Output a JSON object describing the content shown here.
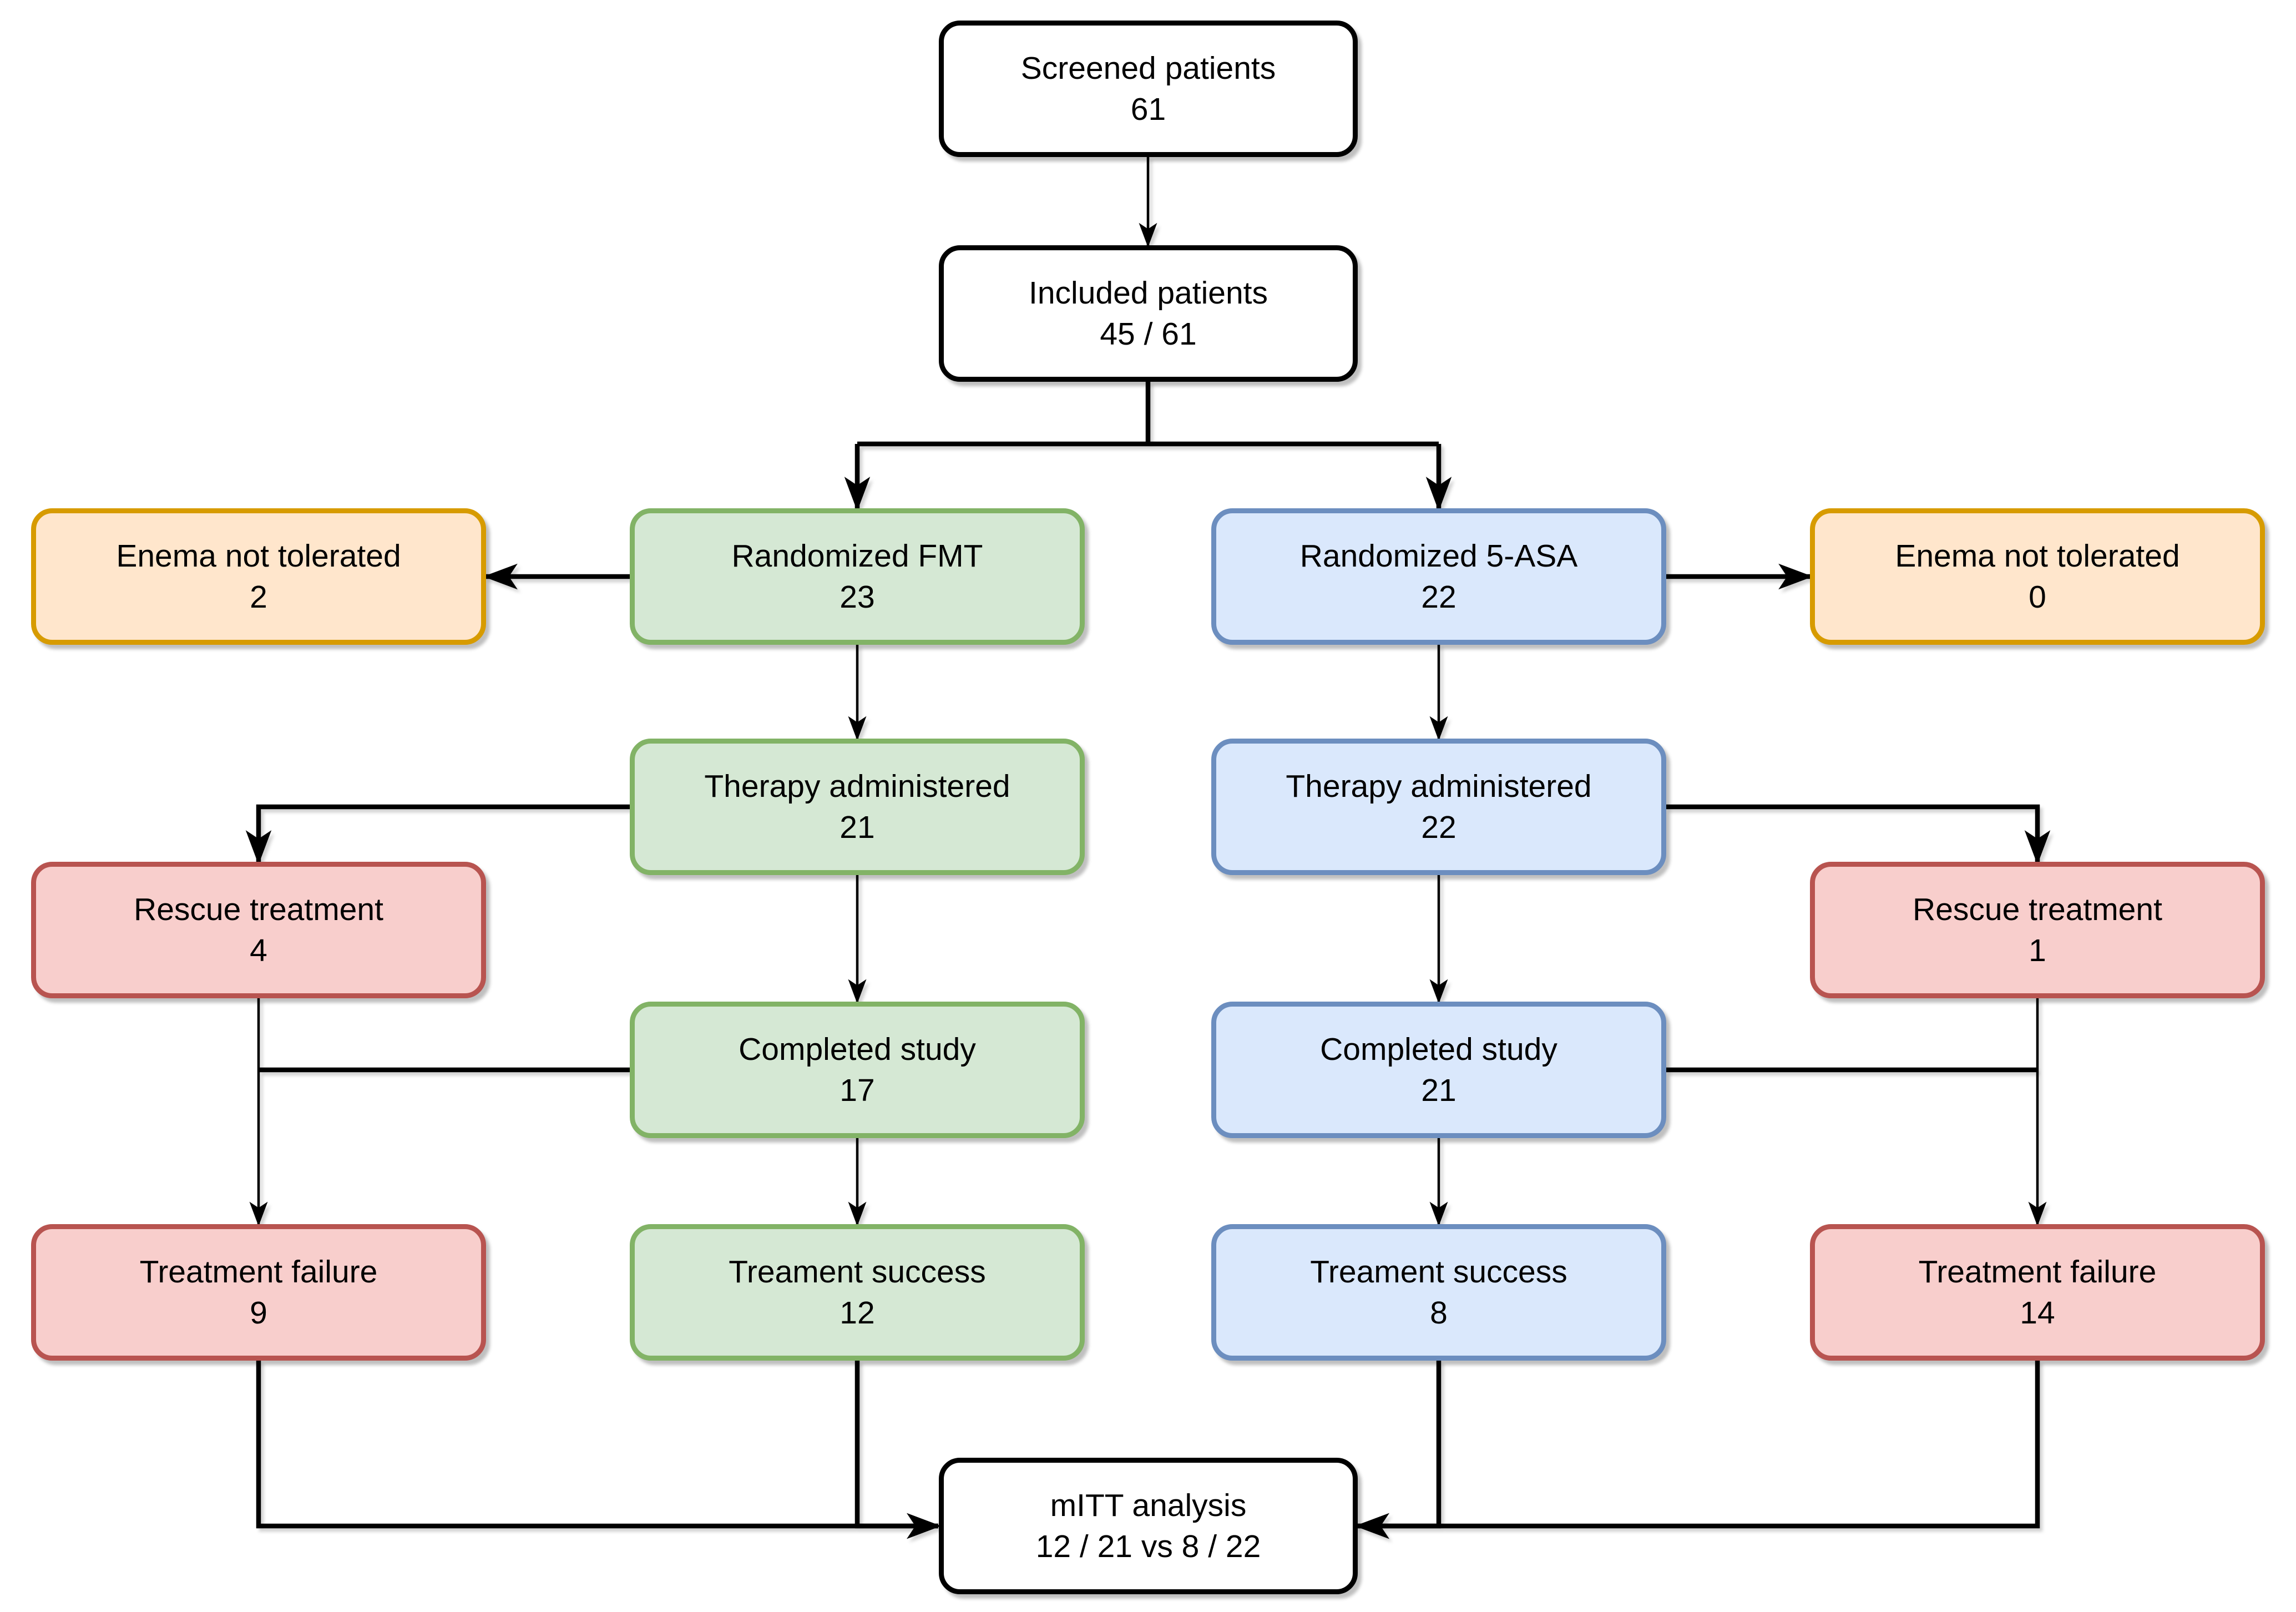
{
  "nodes": {
    "screened": {
      "label": "Screened patients",
      "value": "61"
    },
    "included": {
      "label": "Included patients",
      "value": "45 / 61"
    },
    "enema_fmt": {
      "label": "Enema not tolerated",
      "value": "2"
    },
    "randomized_fmt": {
      "label": "Randomized FMT",
      "value": "23"
    },
    "randomized_asa": {
      "label": "Randomized 5-ASA",
      "value": "22"
    },
    "enema_asa": {
      "label": "Enema not tolerated",
      "value": "0"
    },
    "therapy_fmt": {
      "label": "Therapy administered",
      "value": "21"
    },
    "therapy_asa": {
      "label": "Therapy administered",
      "value": "22"
    },
    "rescue_fmt": {
      "label": "Rescue treatment",
      "value": "4"
    },
    "rescue_asa": {
      "label": "Rescue treatment",
      "value": "1"
    },
    "completed_fmt": {
      "label": "Completed study",
      "value": "17"
    },
    "completed_asa": {
      "label": "Completed study",
      "value": "21"
    },
    "failure_fmt": {
      "label": "Treatment failure",
      "value": "9"
    },
    "success_fmt": {
      "label": "Treament success",
      "value": "12"
    },
    "success_asa": {
      "label": "Treament success",
      "value": "8"
    },
    "failure_asa": {
      "label": "Treatment failure",
      "value": "14"
    },
    "mitt": {
      "label": "mITT analysis",
      "value": "12 / 21 vs 8 / 22"
    }
  },
  "edges": [
    {
      "from": "screened",
      "to": "included"
    },
    {
      "from": "included",
      "to": "randomized_fmt"
    },
    {
      "from": "included",
      "to": "randomized_asa"
    },
    {
      "from": "randomized_fmt",
      "to": "enema_fmt"
    },
    {
      "from": "randomized_asa",
      "to": "enema_asa"
    },
    {
      "from": "randomized_fmt",
      "to": "therapy_fmt"
    },
    {
      "from": "randomized_asa",
      "to": "therapy_asa"
    },
    {
      "from": "therapy_fmt",
      "to": "rescue_fmt"
    },
    {
      "from": "therapy_asa",
      "to": "rescue_asa"
    },
    {
      "from": "therapy_fmt",
      "to": "completed_fmt"
    },
    {
      "from": "therapy_asa",
      "to": "completed_asa"
    },
    {
      "from": "rescue_fmt",
      "to": "failure_fmt"
    },
    {
      "from": "rescue_asa",
      "to": "failure_asa"
    },
    {
      "from": "completed_fmt",
      "to": "failure_fmt"
    },
    {
      "from": "completed_asa",
      "to": "failure_asa"
    },
    {
      "from": "completed_fmt",
      "to": "success_fmt"
    },
    {
      "from": "completed_asa",
      "to": "success_asa"
    },
    {
      "from": "failure_fmt",
      "to": "mitt"
    },
    {
      "from": "success_fmt",
      "to": "mitt"
    },
    {
      "from": "success_asa",
      "to": "mitt"
    },
    {
      "from": "failure_asa",
      "to": "mitt"
    }
  ],
  "colors": {
    "green_fill": "#d5e8d4",
    "green_border": "#82b366",
    "blue_fill": "#dae8fc",
    "blue_border": "#6c8ebf",
    "orange_fill": "#ffe6cc",
    "orange_border": "#d79b00",
    "red_fill": "#f8cecc",
    "red_border": "#b85450",
    "white_fill": "#ffffff",
    "line_color": "#000000"
  }
}
